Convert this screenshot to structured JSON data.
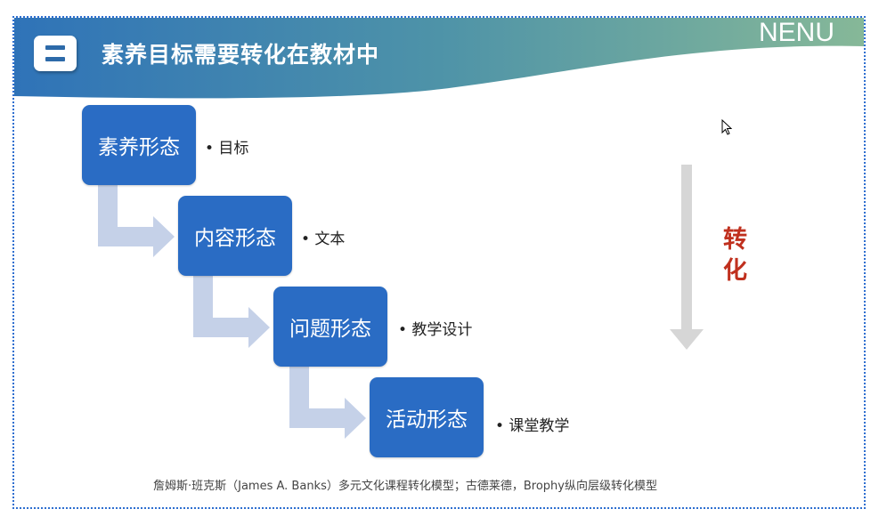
{
  "header": {
    "section_number": "二",
    "title": "素养目标需要转化在教材中",
    "logo_text": "NENU"
  },
  "steps": [
    {
      "label": "素养形态",
      "bullet": "• 目标"
    },
    {
      "label": "内容形态",
      "bullet": "• 文本"
    },
    {
      "label": "问题形态",
      "bullet": "• 教学设计"
    },
    {
      "label": "活动形态",
      "bullet": "•  课堂教学"
    }
  ],
  "side_label": [
    "转",
    "化"
  ],
  "caption": "詹姆斯·班克斯（James A. Banks）多元文化课程转化模型；古德莱德，Brophy纵向层级转化模型",
  "colors": {
    "box": "#2a6cc4",
    "arrow": "#c5d1e8",
    "accent": "#c0301e"
  }
}
